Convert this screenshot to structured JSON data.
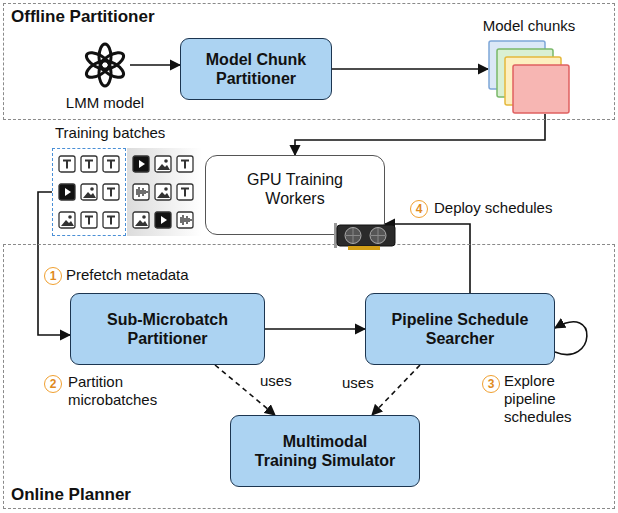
{
  "diagram": {
    "nodes": [
      {
        "text": [
          "Offline Partitioner"
        ]
      },
      {
        "text": [
          "LMM model"
        ],
        "in": 0
      },
      {
        "text": [
          "Model Chunk Partitioner"
        ],
        "in": 0
      },
      {
        "text": [
          "Model chunks"
        ],
        "in": 0
      },
      {
        "text": [
          "GPU Training Workers"
        ]
      },
      {
        "text": [
          "Training batches"
        ]
      },
      {
        "text": [
          "Online Planner"
        ]
      },
      {
        "text": [
          "Sub-Microbatch Partitioner"
        ],
        "in": 6
      },
      {
        "text": [
          "Pipeline Schedule Searcher"
        ],
        "in": 6
      },
      {
        "text": [
          "Multimodal Training Simulator"
        ],
        "in": 6
      }
    ],
    "edges": [
      {
        "from": 1,
        "to": 2,
        "arrow": "to"
      },
      {
        "from": 2,
        "to": 3,
        "arrow": "to"
      },
      {
        "from": 3,
        "to": 4,
        "arrow": "to"
      },
      {
        "from": 5,
        "to": 7,
        "label": "Prefetch metadata",
        "arrow": "to"
      },
      {
        "from": 7,
        "to": 8,
        "arrow": "to"
      },
      {
        "from": 7,
        "to": 9,
        "label": "uses",
        "arrow": "to"
      },
      {
        "from": 8,
        "to": 9,
        "label": "uses",
        "arrow": "to"
      },
      {
        "from": 8,
        "to": 4,
        "label": "Deploy schedules",
        "arrow": "to"
      },
      {
        "from": 8,
        "to": 8,
        "label": "Explore pipeline schedules",
        "arrow": "to"
      }
    ],
    "labels": [
      "4",
      "1",
      "2",
      "Partition microbatches",
      "3"
    ]
  }
}
